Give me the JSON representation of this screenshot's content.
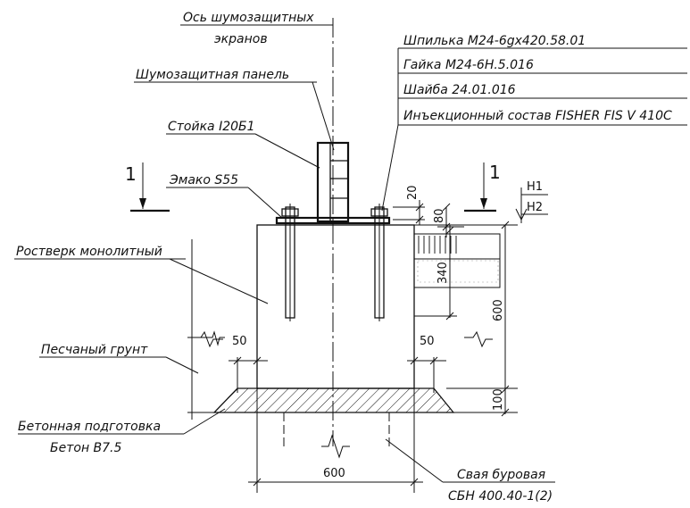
{
  "labels": {
    "axis_label_line1": "Ось шумозащитных",
    "axis_label_line2": "экранов",
    "panel": "Шумозащитная панель",
    "post": "Стойка I20Б1",
    "emaco": "Эмако S55",
    "grillage": "Ростверк монолитный",
    "sand": "Песчаный грунт",
    "prep_line1": "Бетонная подготовка",
    "prep_line2": "Бетон В7.5",
    "pile_line1": "Свая буровая",
    "pile_line2": "СБН 400.40-1(2)"
  },
  "spec_table": [
    "Шпилька М24-6gx420.58.01",
    "Гайка М24-6Н.5.016",
    "Шайба 24.01.016",
    "Инъекционный состав FISHER FIS V 410C"
  ],
  "dimensions": {
    "d20": "20",
    "d80": "80",
    "d340": "340",
    "d600_v": "600",
    "d50_left": "50",
    "d50_right": "50",
    "d100": "100",
    "d600_h": "600"
  },
  "section_marks": {
    "left": "1",
    "right": "1"
  },
  "levels": {
    "h1": "Н1",
    "h2": "Н2"
  }
}
